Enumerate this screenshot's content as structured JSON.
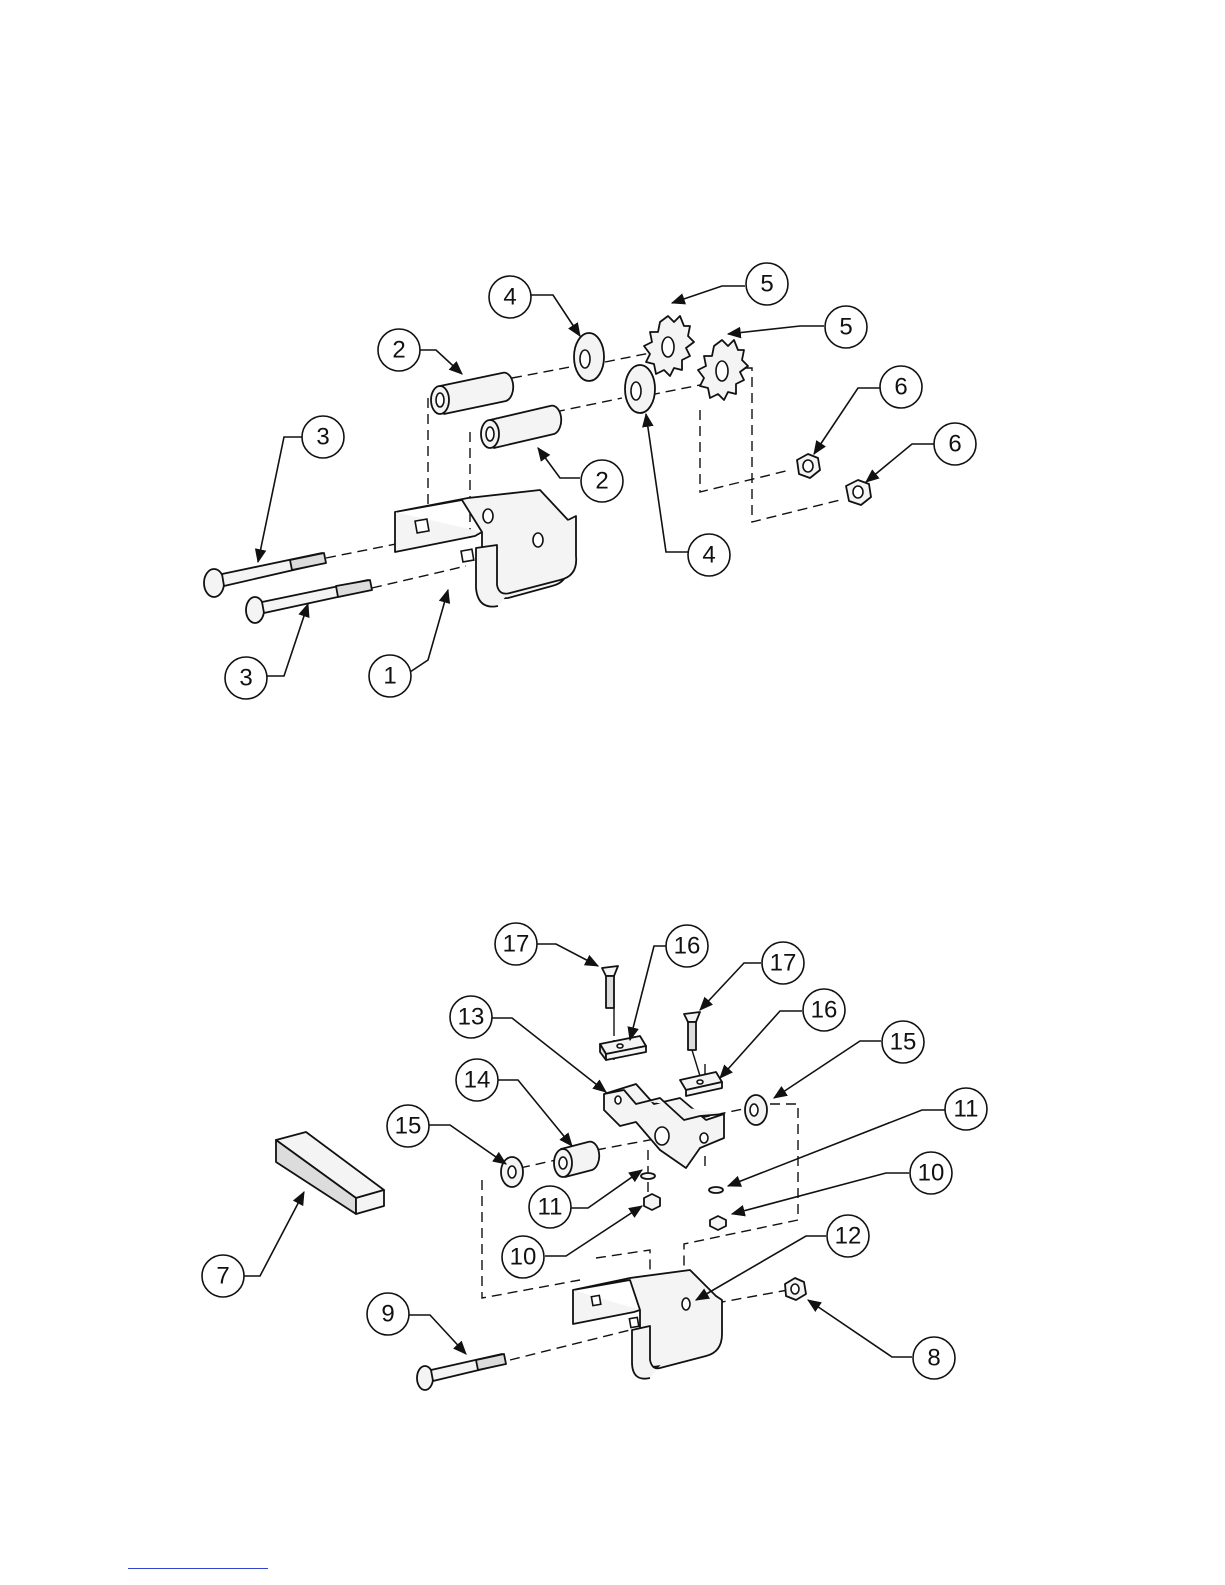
{
  "upper_assembly": {
    "callouts": [
      {
        "id": "c1",
        "label": "1"
      },
      {
        "id": "c2a",
        "label": "2"
      },
      {
        "id": "c2b",
        "label": "2"
      },
      {
        "id": "c3a",
        "label": "3"
      },
      {
        "id": "c3b",
        "label": "3"
      },
      {
        "id": "c4a",
        "label": "4"
      },
      {
        "id": "c4b",
        "label": "4"
      },
      {
        "id": "c5a",
        "label": "5"
      },
      {
        "id": "c5b",
        "label": "5"
      },
      {
        "id": "c6a",
        "label": "6"
      },
      {
        "id": "c6b",
        "label": "6"
      }
    ]
  },
  "lower_assembly": {
    "callouts": [
      {
        "id": "c7",
        "label": "7"
      },
      {
        "id": "c8",
        "label": "8"
      },
      {
        "id": "c9",
        "label": "9"
      },
      {
        "id": "c10a",
        "label": "10"
      },
      {
        "id": "c10b",
        "label": "10"
      },
      {
        "id": "c11a",
        "label": "11"
      },
      {
        "id": "c11b",
        "label": "11"
      },
      {
        "id": "c12",
        "label": "12"
      },
      {
        "id": "c13",
        "label": "13"
      },
      {
        "id": "c14",
        "label": "14"
      },
      {
        "id": "c15a",
        "label": "15"
      },
      {
        "id": "c15b",
        "label": "15"
      },
      {
        "id": "c16a",
        "label": "16"
      },
      {
        "id": "c16b",
        "label": "16"
      },
      {
        "id": "c17a",
        "label": "17"
      },
      {
        "id": "c17b",
        "label": "17"
      }
    ]
  }
}
